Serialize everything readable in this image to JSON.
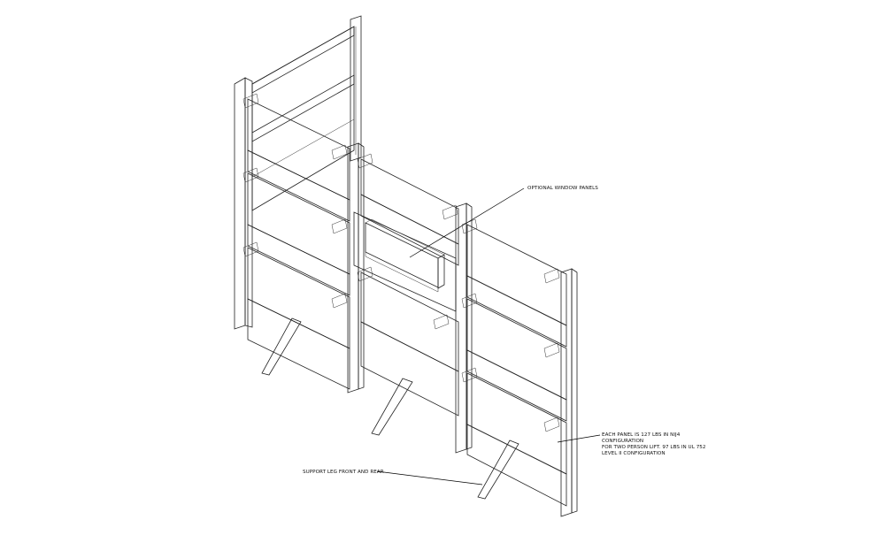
{
  "callouts": {
    "window": "OPTIONAL WINDOW PANELS",
    "panel_lines": [
      "EACH PANEL IS 127 LBS IN NIJ4",
      "CONFIGURATION",
      "FOR TWO PERSON LIFT. 97 LBS IN UL 752",
      "LEVEL II CONFIGURATION"
    ],
    "support": "SUPPORT LEG FRONT AND REAR"
  },
  "colors": {
    "panel_face": "#bdbdbd",
    "panel_side": "#9a9a9a",
    "panel_dark": "#6e6e6e",
    "post": "#8c8c8c",
    "window_glass": "#7a7a7a",
    "edge": "#222222"
  }
}
